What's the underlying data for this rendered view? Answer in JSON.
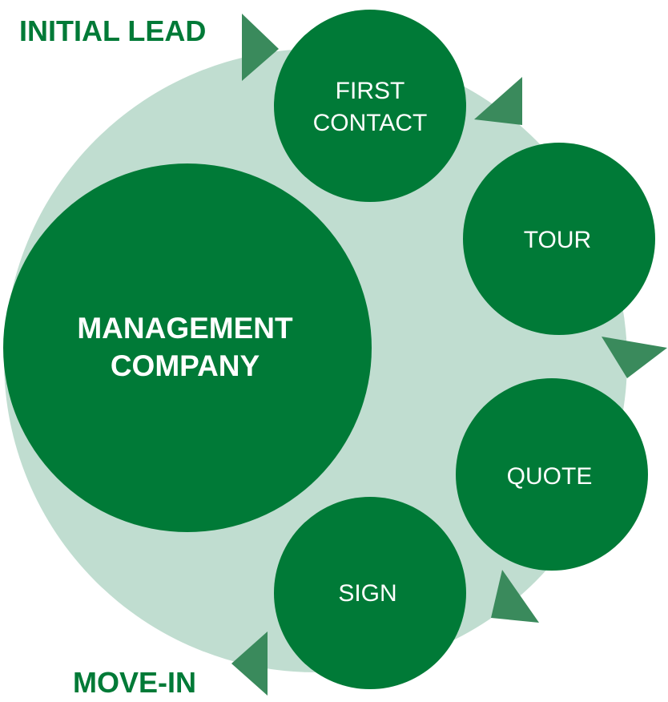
{
  "colors": {
    "background_ring": "#c0ddd0",
    "node_fill": "#007a37",
    "arrow_fill": "#3a8a5c",
    "stage_text": "#007a37",
    "node_text": "#ffffff"
  },
  "stages": {
    "start": "INITIAL LEAD",
    "end": "MOVE-IN"
  },
  "center_node": {
    "lines": [
      "MANAGEMENT",
      "COMPANY"
    ]
  },
  "steps": [
    {
      "id": "first-contact",
      "lines": [
        "FIRST",
        "CONTACT"
      ]
    },
    {
      "id": "tour",
      "lines": [
        "TOUR"
      ]
    },
    {
      "id": "quote",
      "lines": [
        "QUOTE"
      ]
    },
    {
      "id": "sign",
      "lines": [
        "SIGN"
      ]
    }
  ],
  "arrow_count": 5
}
